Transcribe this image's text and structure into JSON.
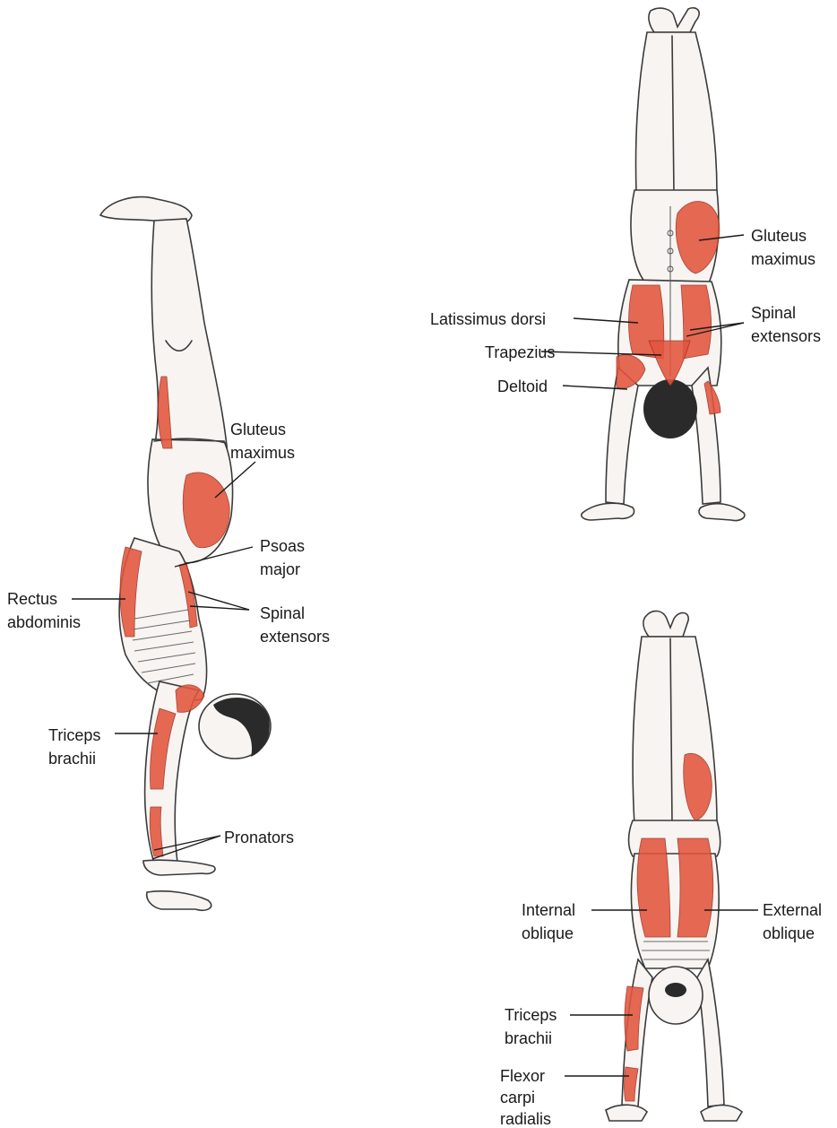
{
  "colors": {
    "muscle": "#e2553d",
    "outline": "#3b3b3b",
    "label_text": "#1a1a1a",
    "background": "#ffffff"
  },
  "figures": {
    "side_view": {
      "labels": {
        "gluteus_maximus": [
          "Gluteus",
          "maximus"
        ],
        "psoas_major": [
          "Psoas",
          "major"
        ],
        "rectus_abdominis": [
          "Rectus",
          "abdominis"
        ],
        "spinal_extensors": [
          "Spinal",
          "extensors"
        ],
        "triceps_brachii": [
          "Triceps",
          "brachii"
        ],
        "pronators": [
          "Pronators"
        ]
      }
    },
    "back_view": {
      "labels": {
        "gluteus_maximus": [
          "Gluteus",
          "maximus"
        ],
        "latissimus_dorsi": [
          "Latissimus dorsi"
        ],
        "spinal_extensors": [
          "Spinal",
          "extensors"
        ],
        "trapezius": [
          "Trapezius"
        ],
        "deltoid": [
          "Deltoid"
        ]
      }
    },
    "front_view": {
      "labels": {
        "internal_oblique": [
          "Internal",
          "oblique"
        ],
        "external_oblique": [
          "External",
          "oblique"
        ],
        "triceps_brachii": [
          "Triceps",
          "brachii"
        ],
        "flexor_carpi_radialis": [
          "Flexor",
          "carpi",
          "radialis"
        ]
      }
    }
  }
}
